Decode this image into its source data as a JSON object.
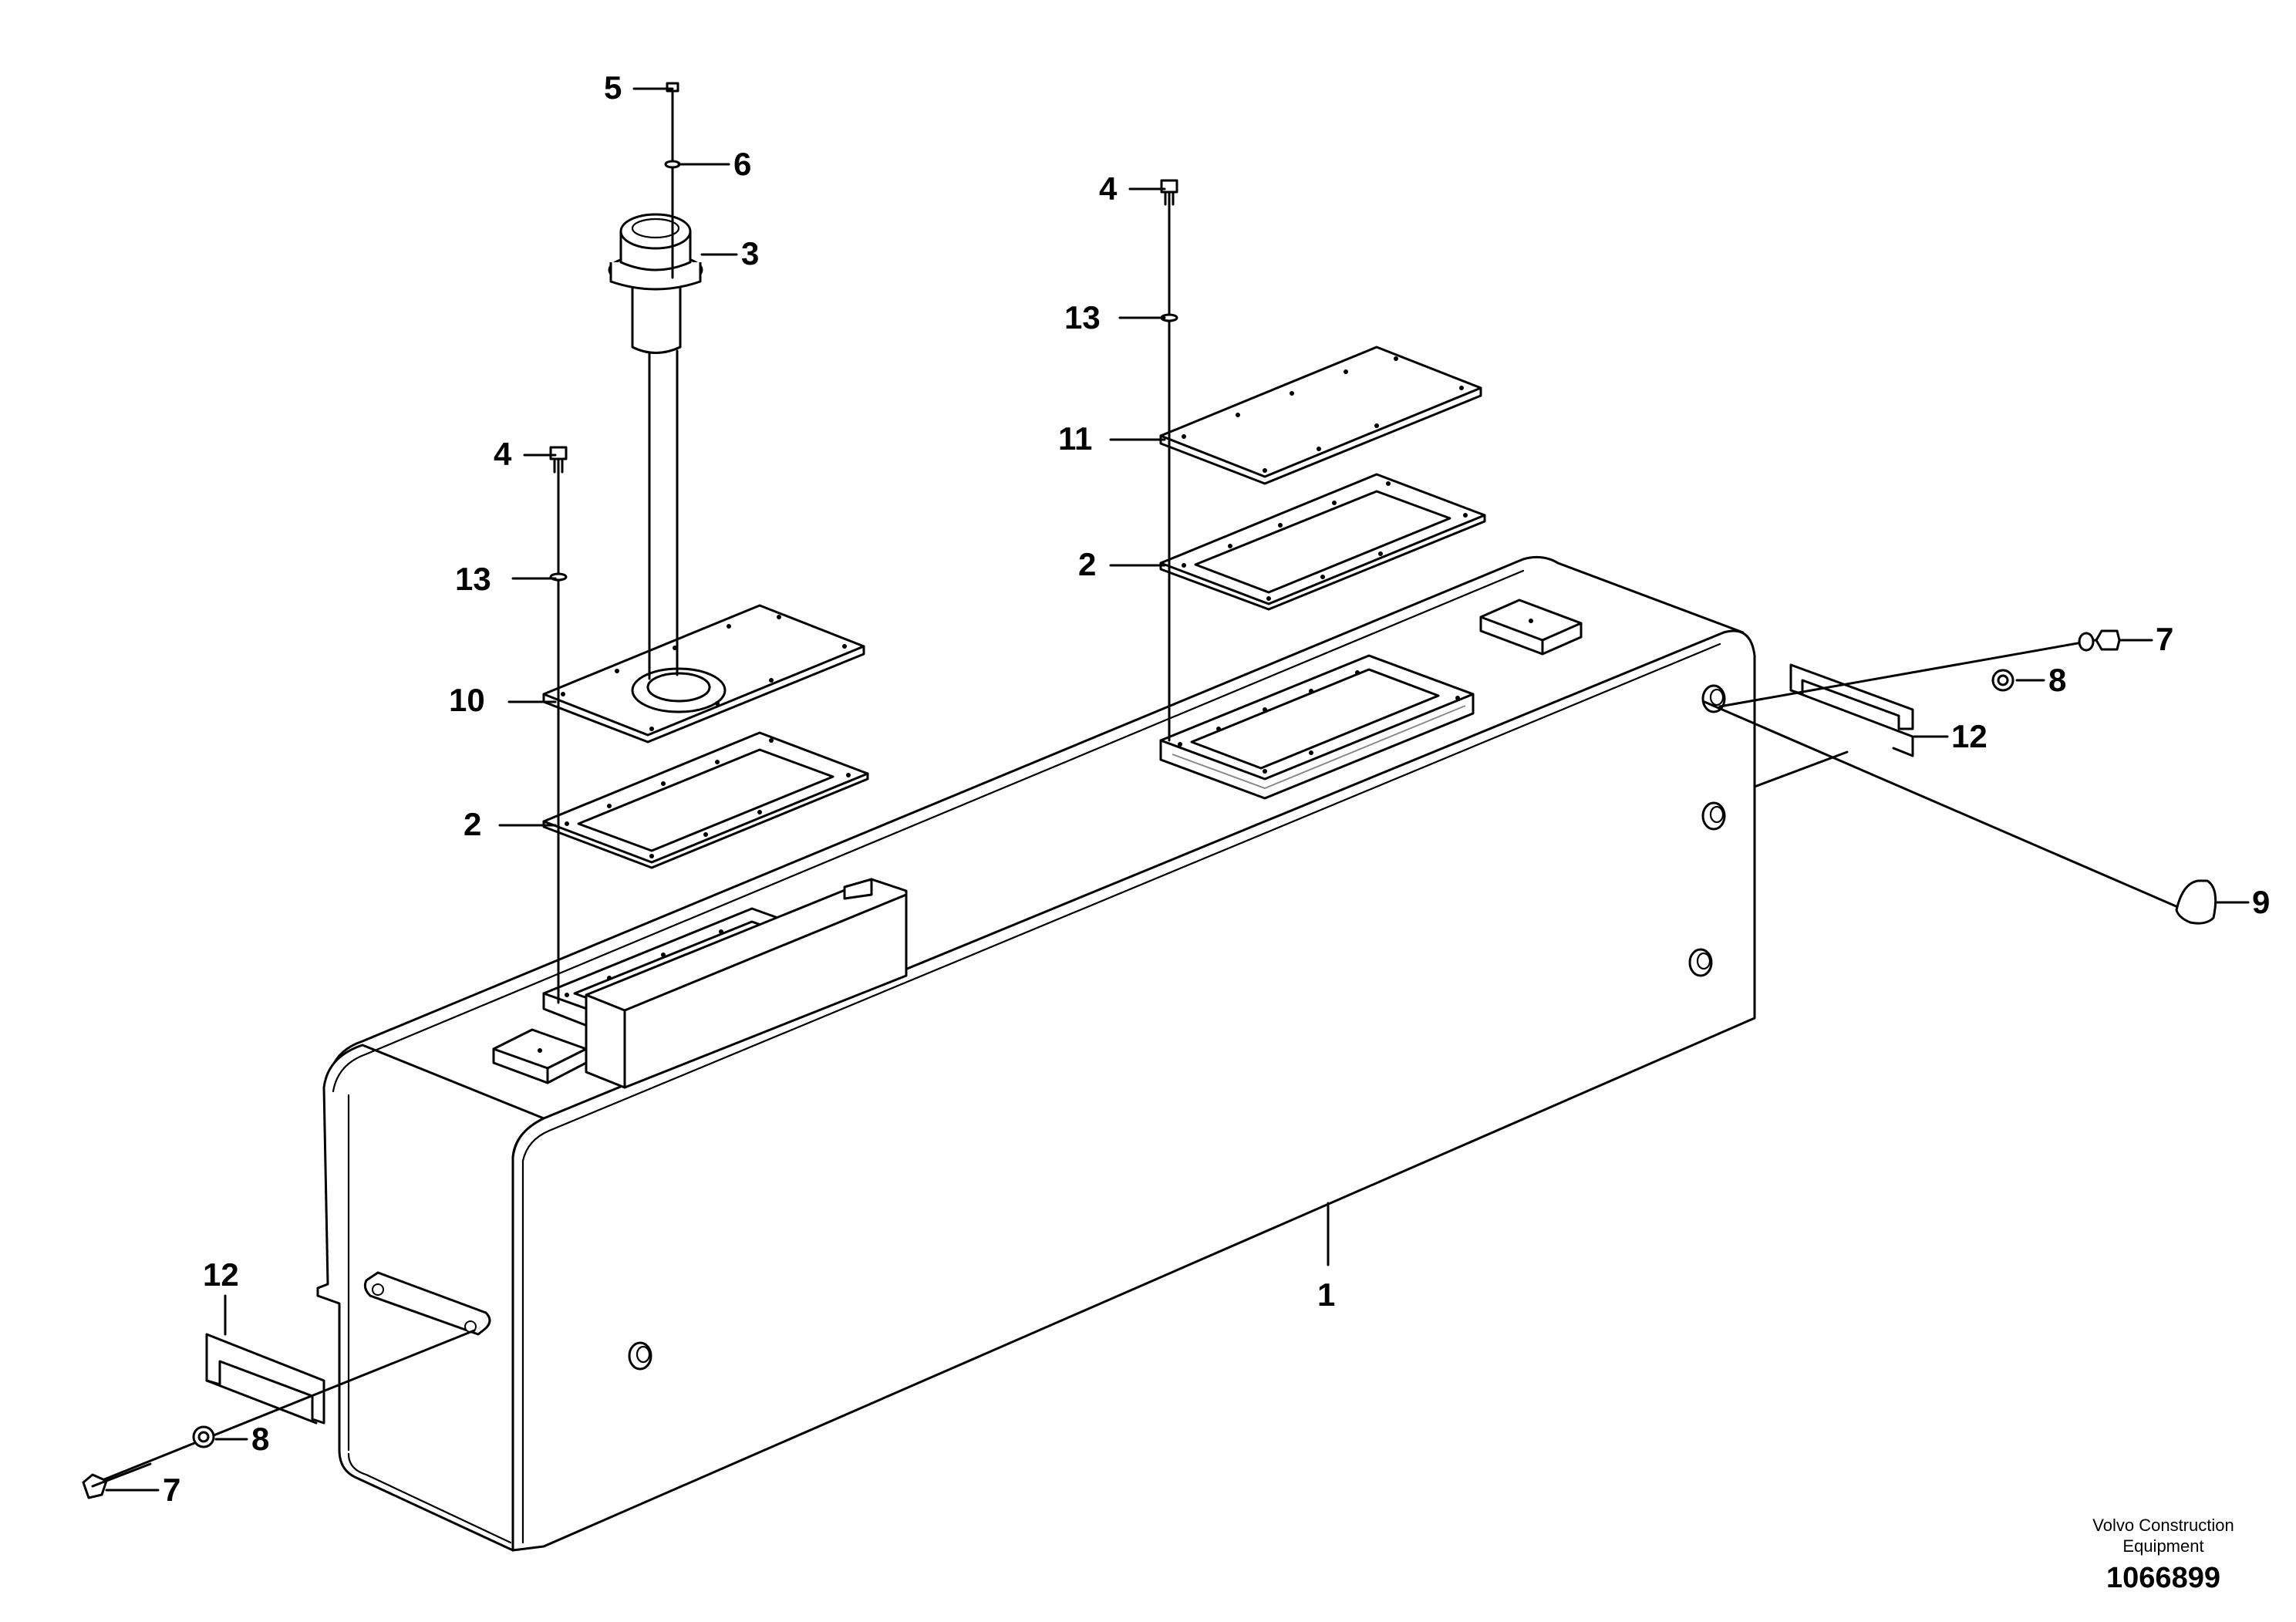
{
  "diagram": {
    "title": "",
    "callouts": {
      "c5": "5",
      "c6": "6",
      "c3": "3",
      "c4a": "4",
      "c13a": "13",
      "c10": "10",
      "c2a": "2",
      "c4b": "4",
      "c13b": "13",
      "c11": "11",
      "c2b": "2",
      "c7a": "7",
      "c8a": "8",
      "c12a": "12",
      "c9": "9",
      "c1": "1",
      "c12b": "12",
      "c8b": "8",
      "c7b": "7"
    }
  },
  "footer": {
    "brand_line1": "Volvo Construction",
    "brand_line2": "Equipment",
    "drawing_number": "1066899"
  }
}
